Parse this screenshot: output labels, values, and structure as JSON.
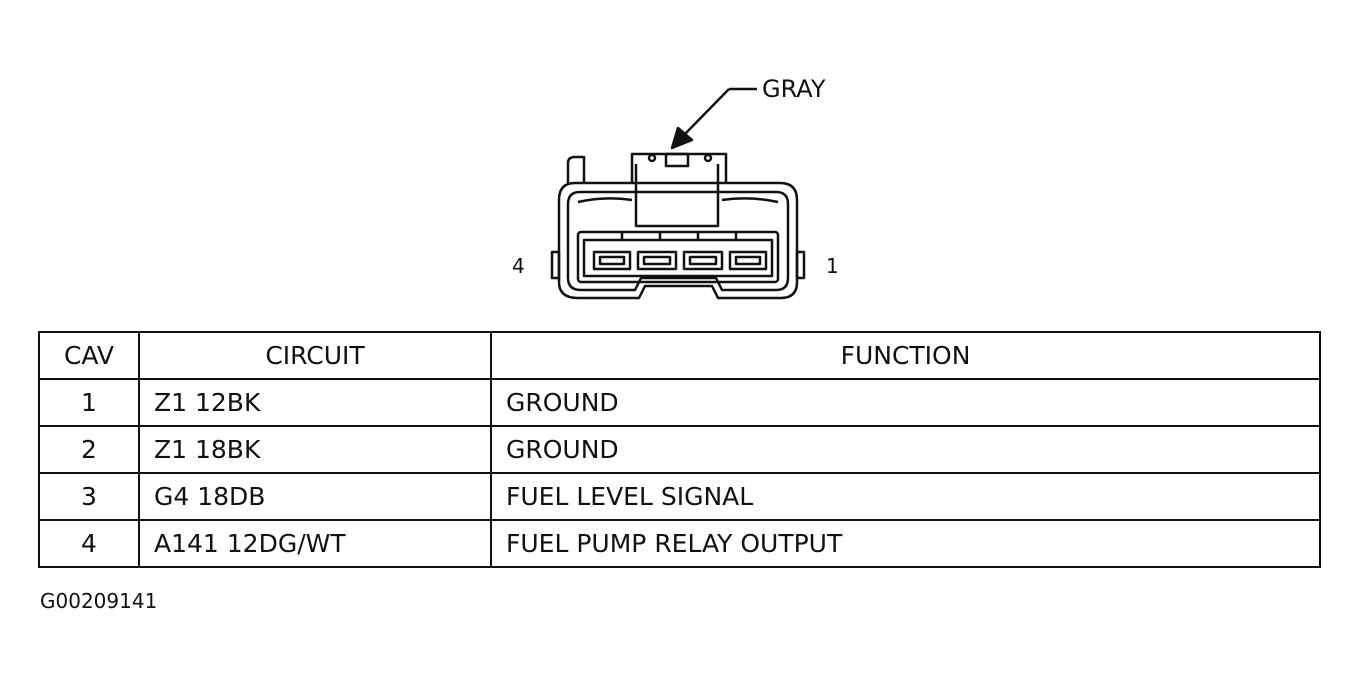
{
  "diagram": {
    "color_callout": "GRAY",
    "pin_left_label": "4",
    "pin_right_label": "1"
  },
  "table": {
    "headers": {
      "cav": "CAV",
      "circuit": "CIRCUIT",
      "function": "FUNCTION"
    },
    "rows": [
      {
        "cav": "1",
        "circuit": "Z1 12BK",
        "function": "GROUND"
      },
      {
        "cav": "2",
        "circuit": "Z1 18BK",
        "function": "GROUND"
      },
      {
        "cav": "3",
        "circuit": "G4 18DB",
        "function": "FUEL LEVEL SIGNAL"
      },
      {
        "cav": "4",
        "circuit": "A141 12DG/WT",
        "function": "FUEL PUMP RELAY OUTPUT"
      }
    ]
  },
  "figure_id": "G00209141",
  "colors": {
    "line": "#111111",
    "background": "#ffffff"
  }
}
